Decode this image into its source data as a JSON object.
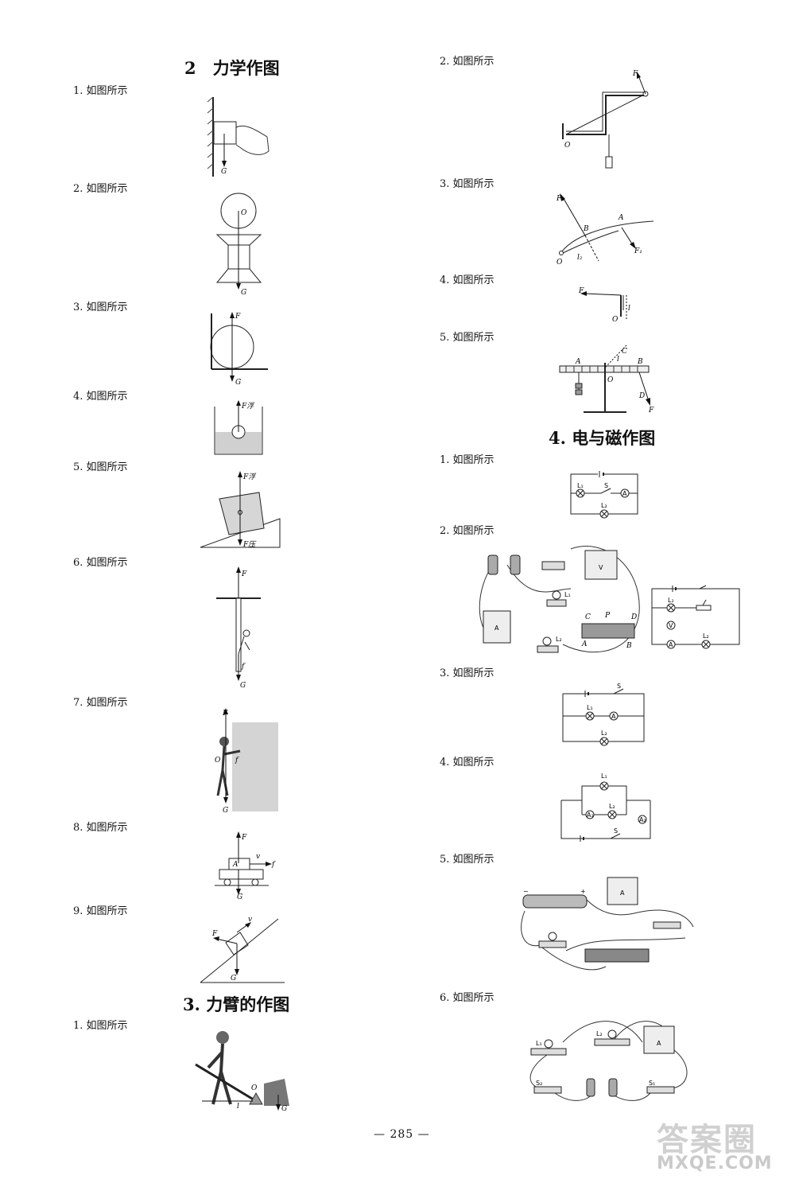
{
  "sections": {
    "s2": "2　力学作图",
    "s3": "3. 力臂的作图",
    "s4": "4. 电与磁作图"
  },
  "left_items": [
    "1. 如图所示",
    "2. 如图所示",
    "3. 如图所示",
    "4. 如图所示",
    "5. 如图所示",
    "6. 如图所示",
    "7. 如图所示",
    "8. 如图所示",
    "9. 如图所示"
  ],
  "s3_items": [
    "1. 如图所示"
  ],
  "right_s3_items": [
    "2. 如图所示",
    "3. 如图所示",
    "4. 如图所示",
    "5. 如图所示"
  ],
  "s4_items": [
    "1. 如图所示",
    "2. 如图所示",
    "3. 如图所示",
    "4. 如图所示",
    "5. 如图所示",
    "6. 如图所示"
  ],
  "fig_labels": {
    "G": "G",
    "F": "F",
    "O": "O",
    "f": "f",
    "v": "v",
    "A": "A",
    "B": "B",
    "C": "C",
    "D": "D",
    "P": "P",
    "F1": "F₁",
    "F2": "F₂",
    "l": "l",
    "l2": "l₂",
    "Ffu": "F浮",
    "Fya": "F压",
    "L1": "L₁",
    "L2": "L₂",
    "S": "S",
    "S1": "S₁",
    "S2": "S₂",
    "Am": "A",
    "Vm": "V",
    "A1": "A₁",
    "A2": "A₂",
    "plus": "+",
    "minus": "−"
  },
  "footer": {
    "page_number": "— 285 —"
  },
  "watermark": {
    "logo_text": "答案圈",
    "site_text": "MXQE.COM"
  }
}
